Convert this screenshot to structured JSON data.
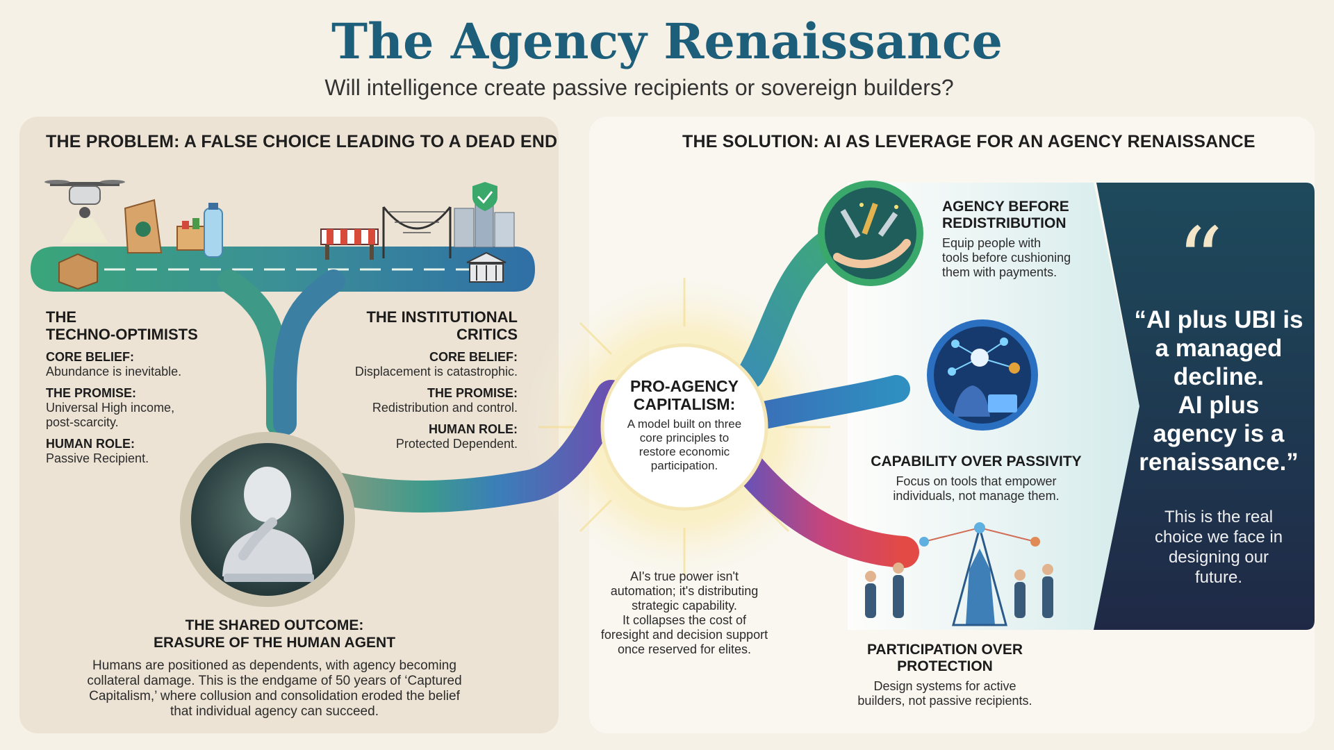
{
  "header": {
    "title": "The Agency Renaissance",
    "subtitle": "Will intelligence create passive recipients or sovereign builders?"
  },
  "problem": {
    "heading": "THE PROBLEM: A FALSE CHOICE LEADING TO A DEAD END",
    "optimists": {
      "title_line1": "THE",
      "title_line2": "TECHNO-OPTIMISTS",
      "belief_label": "CORE BELIEF:",
      "belief": "Abundance is inevitable.",
      "promise_label": "THE PROMISE:",
      "promise_line1": "Universal High income,",
      "promise_line2": "post-scarcity.",
      "role_label": "HUMAN ROLE:",
      "role": "Passive Recipient."
    },
    "critics": {
      "title_line1": "THE INSTITUTIONAL",
      "title_line2": "CRITICS",
      "belief_label": "CORE BELIEF:",
      "belief": "Displacement is catastrophic.",
      "promise_label": "THE PROMISE:",
      "promise": "Redistribution and control.",
      "role_label": "HUMAN ROLE:",
      "role": "Protected Dependent."
    },
    "outcome": {
      "title_line1": "THE SHARED OUTCOME:",
      "title_line2": "ERASURE OF THE HUMAN AGENT",
      "line1": "Humans are positioned as dependents, with agency becoming",
      "line2": "collateral damage. This is the endgame of 50 years of ‘Captured",
      "line3": "Capitalism,’ where collusion and consolidation eroded the belief",
      "line4": "that individual agency can succeed."
    }
  },
  "solution": {
    "heading": "THE SOLUTION: AI AS LEVERAGE FOR AN AGENCY RENAISSANCE",
    "hub": {
      "title_line1": "PRO-AGENCY",
      "title_line2": "CAPITALISM:",
      "line1": "A model built on three",
      "line2": "core principles to",
      "line3": "restore economic",
      "line4": "participation."
    },
    "power": {
      "line1": "AI's true power isn't",
      "line2": "automation; it's distributing",
      "line3": "strategic capability.",
      "line4": "It collapses the cost of",
      "line5": "foresight and decision support",
      "line6": "once reserved for elites."
    },
    "principle1": {
      "title_line1": "AGENCY BEFORE",
      "title_line2": "REDISTRIBUTION",
      "line1": "Equip people with",
      "line2": "tools before cushioning",
      "line3": "them with payments."
    },
    "principle2": {
      "title": "CAPABILITY OVER PASSIVITY",
      "line1": "Focus on tools that empower",
      "line2": "individuals, not manage them."
    },
    "principle3": {
      "title_line1": "PARTICIPATION OVER",
      "title_line2": "PROTECTION",
      "line1": "Design systems for active",
      "line2": "builders, not passive recipients."
    },
    "quote": {
      "mark": "“",
      "line1": "“AI plus UBI is",
      "line2": "a managed",
      "line3": "decline.",
      "line4": "AI plus",
      "line5": "agency is a",
      "line6": "renaissance.”",
      "sub1": "This is the real",
      "sub2": "choice we face in",
      "sub3": "designing our",
      "sub4": "future."
    }
  },
  "colors": {
    "title": "#1d5e7a",
    "quote_bg": "#1f2d4a",
    "road_green": "#3aa57a",
    "road_blue": "#2f6fa6",
    "road_red": "#d9434e"
  }
}
